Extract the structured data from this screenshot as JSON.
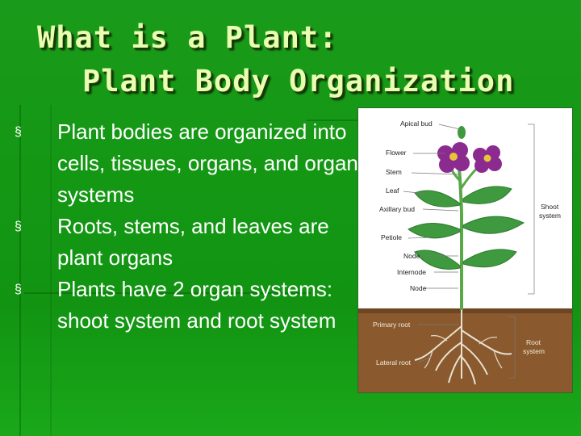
{
  "slide": {
    "title_line1": "What is a Plant:",
    "title_line2": "Plant Body Organization",
    "bullet_marker": "§",
    "bullets": [
      "Plant bodies are organized into cells, tissues, organs, and organ systems",
      "Roots, stems, and leaves are plant organs",
      "Plants have 2 organ systems: shoot system and root system"
    ]
  },
  "diagram": {
    "labels": {
      "apical_bud": "Apical bud",
      "flower": "Flower",
      "stem": "Stem",
      "leaf": "Leaf",
      "axillary_bud": "Axillary bud",
      "petiole": "Petiole",
      "node_upper": "Node",
      "internode": "Internode",
      "node_lower": "Node",
      "primary_root": "Primary root",
      "lateral_root": "Lateral root",
      "shoot_system_1": "Shoot",
      "shoot_system_2": "system",
      "root_system_1": "Root",
      "root_system_2": "system"
    }
  },
  "colors": {
    "background": "#149814",
    "title_text": "#e8ffb0",
    "body_text": "#ffffff",
    "soil": "#8a5a2e",
    "petal": "#8b2a8f",
    "leaf": "#3f9a3f"
  }
}
